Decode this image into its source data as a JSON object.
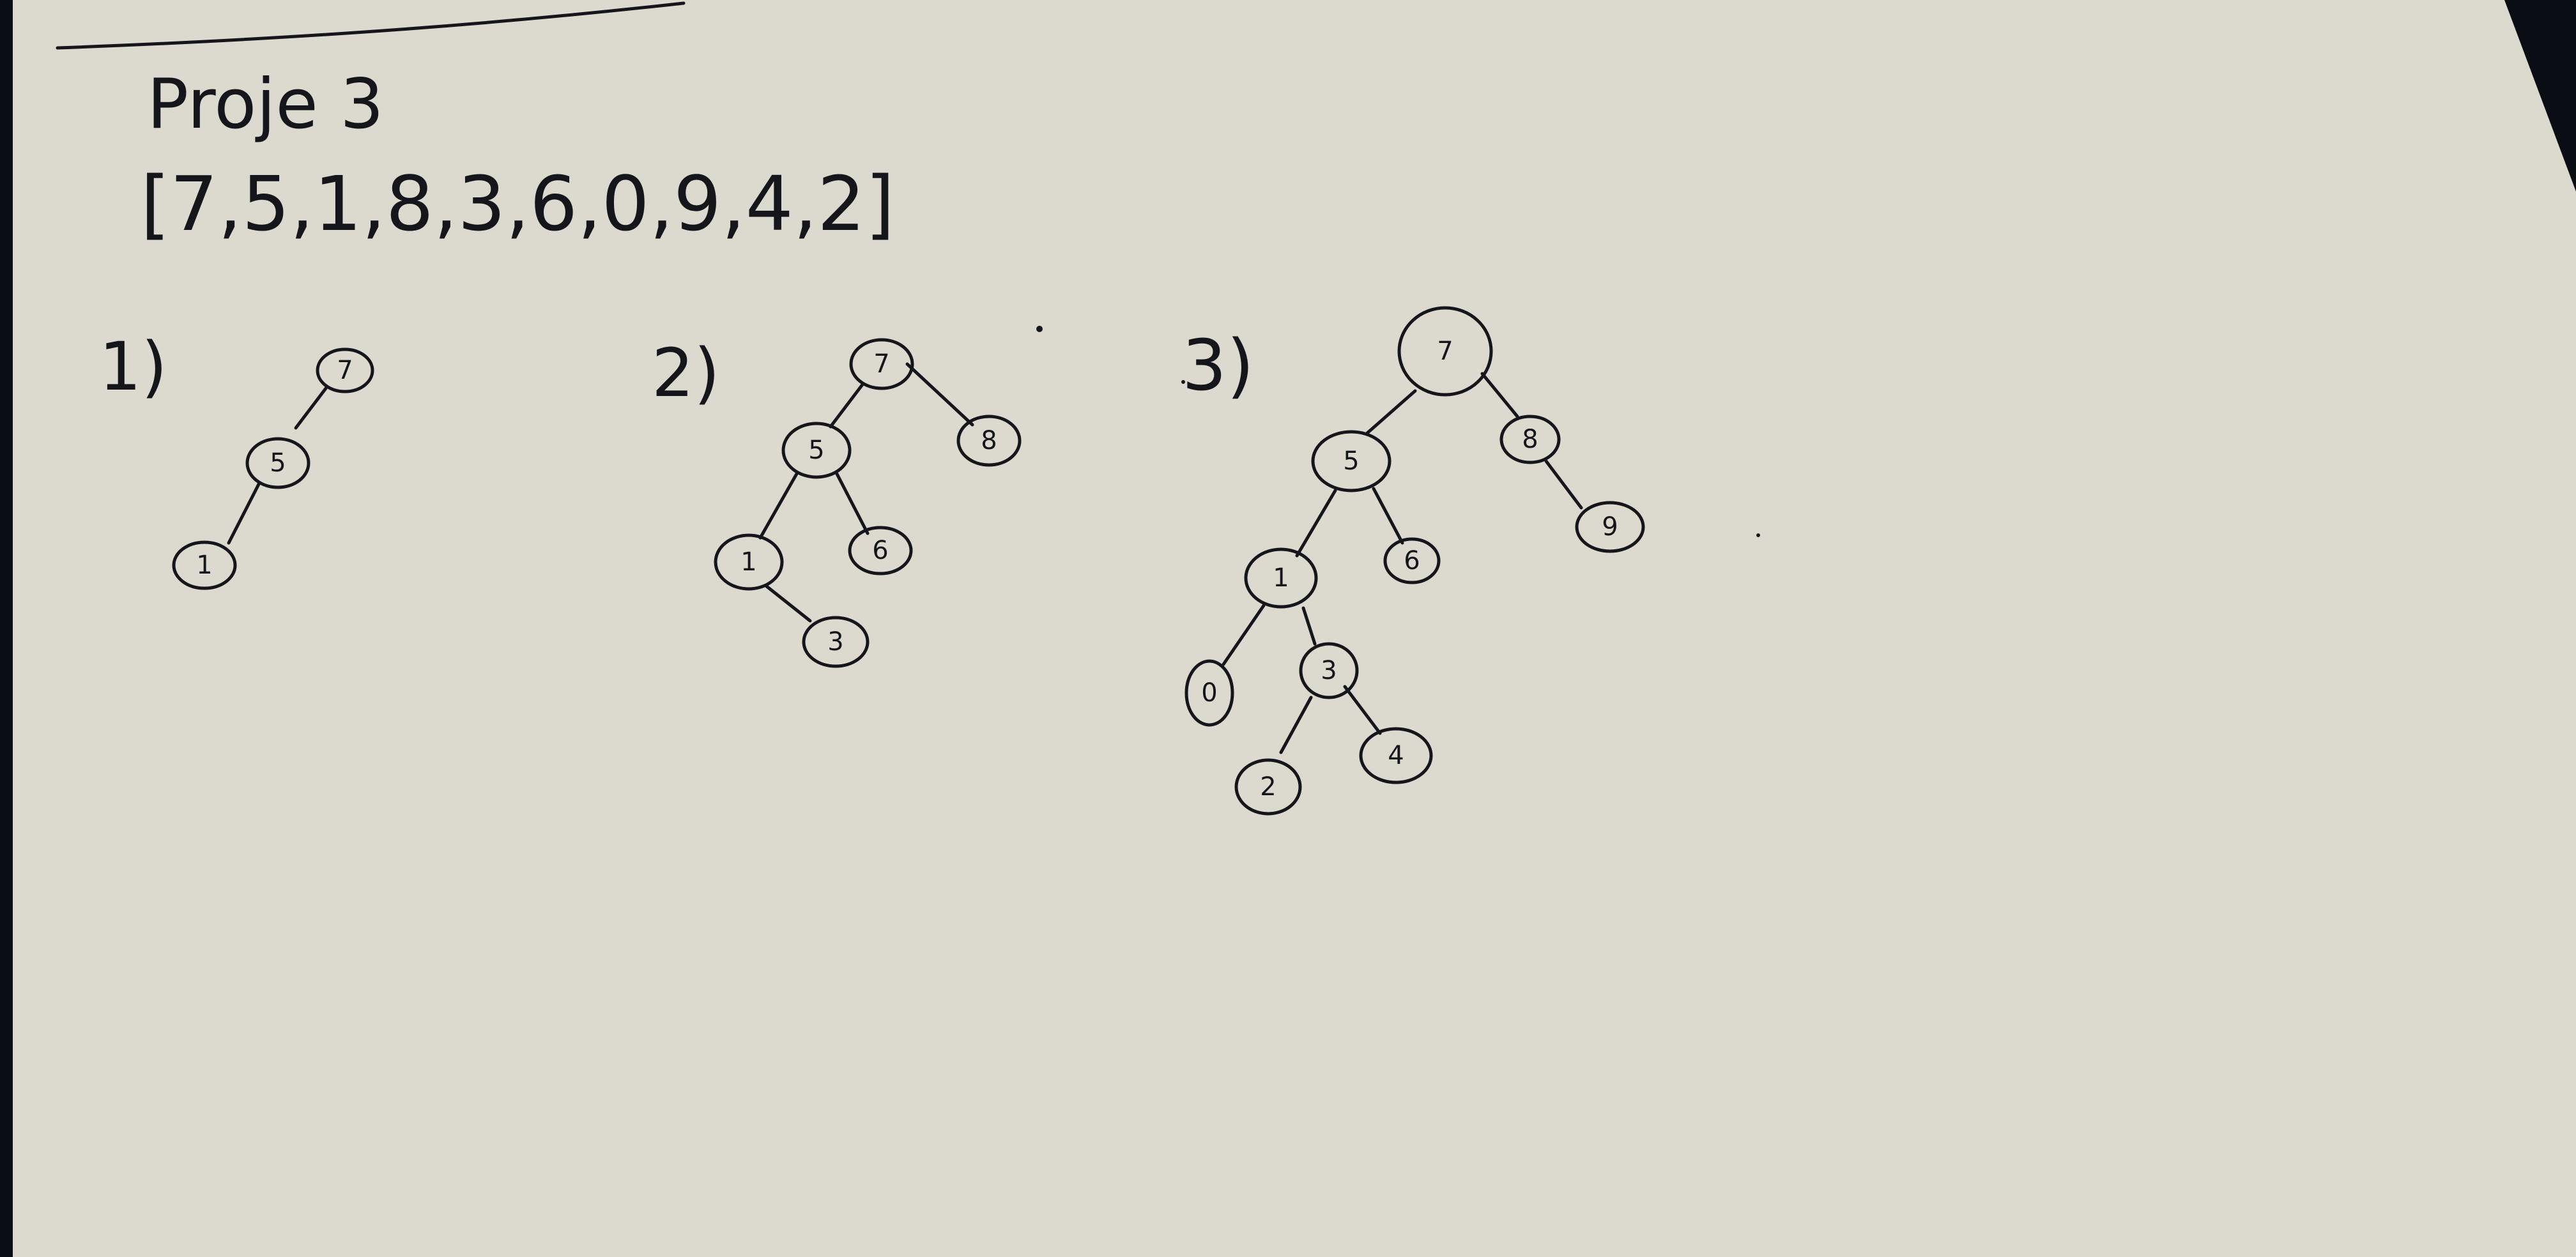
{
  "title": "Proje 3",
  "sequence": "[7,5,1,8,3,6,0,9,4,2]",
  "colors": {
    "paper": "#dcdace",
    "ink": "#15161b",
    "background": "#0b0d14"
  },
  "trees": [
    {
      "label": "1)",
      "nodes": [
        "7",
        "5",
        "1"
      ],
      "edges": [
        [
          "7",
          "5"
        ],
        [
          "5",
          "1"
        ]
      ]
    },
    {
      "label": "2)",
      "nodes": [
        "7",
        "5",
        "8",
        "1",
        "6",
        "3"
      ],
      "edges": [
        [
          "7",
          "5"
        ],
        [
          "7",
          "8"
        ],
        [
          "5",
          "1"
        ],
        [
          "5",
          "6"
        ],
        [
          "1",
          "3"
        ]
      ]
    },
    {
      "label": "3)",
      "nodes": [
        "7",
        "5",
        "8",
        "9",
        "1",
        "6",
        "0",
        "3",
        "2",
        "4"
      ],
      "edges": [
        [
          "7",
          "5"
        ],
        [
          "7",
          "8"
        ],
        [
          "8",
          "9"
        ],
        [
          "5",
          "1"
        ],
        [
          "5",
          "6"
        ],
        [
          "1",
          "0"
        ],
        [
          "1",
          "3"
        ],
        [
          "3",
          "2"
        ],
        [
          "3",
          "4"
        ]
      ]
    }
  ]
}
